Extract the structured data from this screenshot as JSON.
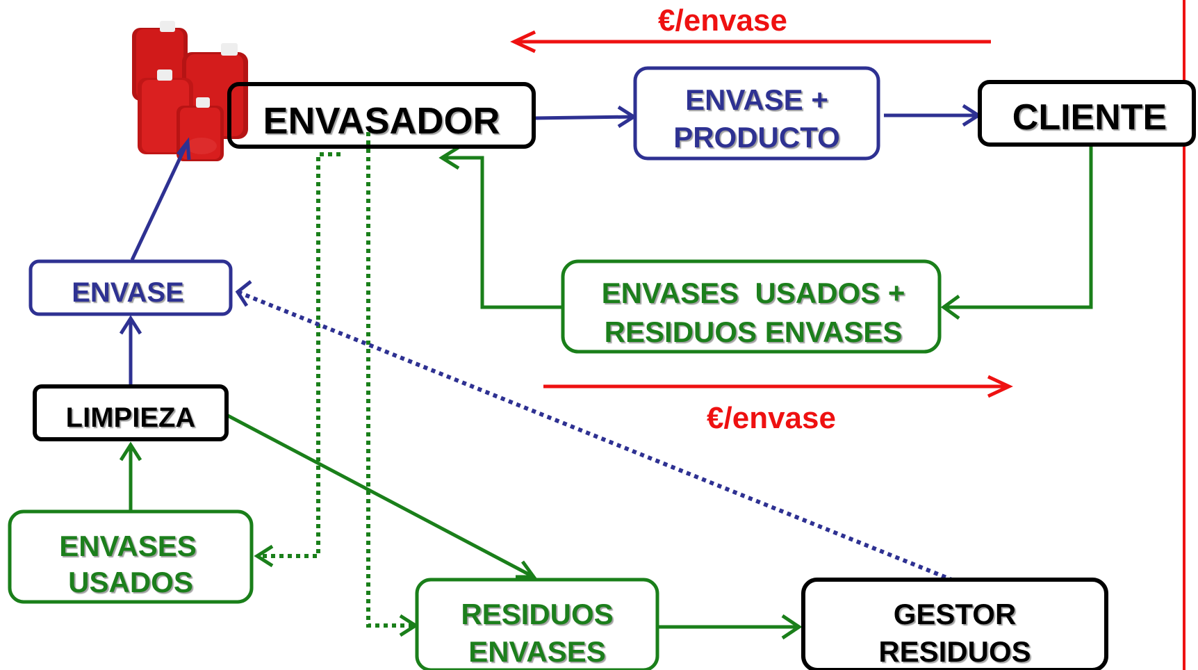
{
  "colors": {
    "black": "#000000",
    "blue": "#2e3192",
    "green": "#1a7f1a",
    "red": "#ee1111",
    "canister": "#d11a1a"
  },
  "icons": {
    "canisters": "red-plastic-canisters-icon"
  },
  "labels": {
    "envasador": "ENVASADOR",
    "envase_producto_1": "ENVASE +",
    "envase_producto_2": "PRODUCTO",
    "cliente": "CLIENTE",
    "envase": "ENVASE",
    "limpieza": "LIMPIEZA",
    "envases_usados_residuos_1": "ENVASES  USADOS +",
    "envases_usados_residuos_2": "RESIDUOS ENVASES",
    "envases_usados_1": "ENVASES",
    "envases_usados_2": "USADOS",
    "residuos_envases_1": "RESIDUOS",
    "residuos_envases_2": "ENVASES",
    "gestor_residuos_1": "GESTOR",
    "gestor_residuos_2": "RESIDUOS",
    "price_top": "€/envase",
    "price_bottom": "€/envase"
  }
}
